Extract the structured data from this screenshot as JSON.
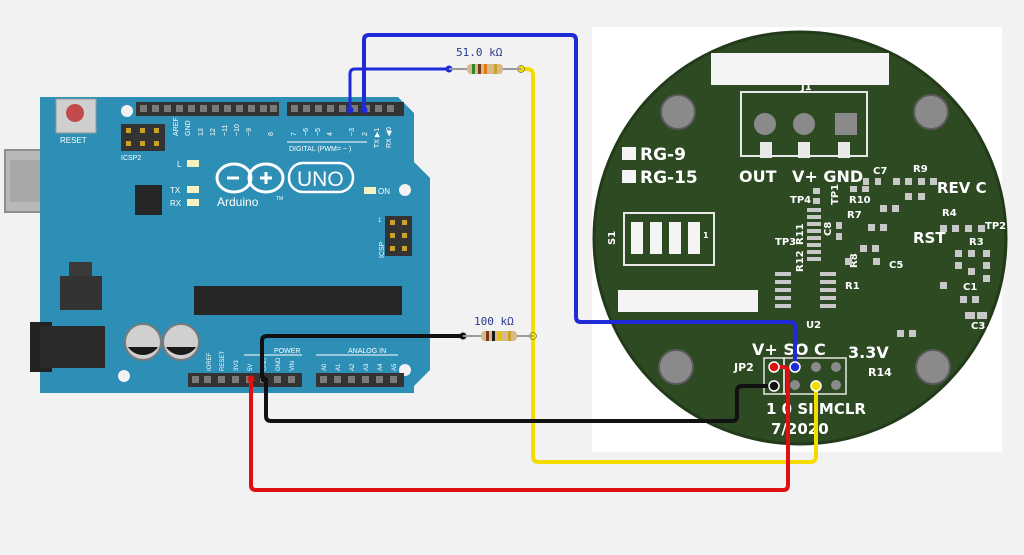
{
  "resistors": {
    "r_top_value": "51.0 kΩ",
    "r_mid_value": "100 kΩ"
  },
  "arduino": {
    "reset": "RESET",
    "icsp2": "ICSP2",
    "icsp": "ICSP",
    "aref": "AREF",
    "gnd": "GND",
    "d13": "13",
    "d12": "12",
    "d11": "~11",
    "d10": "~10",
    "d9": "~9",
    "d8": "8",
    "d7": "7",
    "d6": "~6",
    "d5": "~5",
    "d4": "4",
    "d3": "~3",
    "d2": "2",
    "tx1": "TX ▶1",
    "rx0": "RX ◀0",
    "digital": "DIGITAL (PWM= ~ )",
    "led_l": "L",
    "led_tx": "TX",
    "led_rx": "RX",
    "logo": "UNO",
    "brand": "Arduino",
    "tm": "TM",
    "on": "ON",
    "power": "POWER",
    "analog_in": "ANALOG IN",
    "p_ioref": "IOREF",
    "p_reset": "RESET",
    "p_3v3": "3V3",
    "p_5v": "5V",
    "p_gnd1": "GND",
    "p_gnd2": "GND",
    "p_vin": "VIN",
    "a0": "A0",
    "a1": "A1",
    "a2": "A2",
    "a3": "A3",
    "a4": "A4",
    "a5": "A5",
    "icsp_one": "1"
  },
  "pcb": {
    "j1": "J1",
    "rg9": "RG-9",
    "rg15": "RG-15",
    "out": "OUT",
    "vplus_gnd": "V+ GND",
    "c7": "C7",
    "r9": "R9",
    "rev": "REV C",
    "tp4": "TP4",
    "tp1": "TP1",
    "r10": "R10",
    "r4": "R4",
    "tp2": "TP2",
    "r7": "R7",
    "s1": "S1",
    "tp3": "TP3",
    "r11": "R11",
    "r12": "R12",
    "c8": "C8",
    "rst": "RST",
    "r3": "R3",
    "r8": "R8",
    "c5": "C5",
    "r1": "R1",
    "c1": "C1",
    "c3": "C3",
    "u2": "U2",
    "header_top": "V+ SO C",
    "v33": "3.3V",
    "jp2": "JP2",
    "r14": "R14",
    "header_bottom": "1 0 SI MCLR",
    "date": "7/2020",
    "dip_one": "1"
  },
  "colors": {
    "board_green": "#2e4a23",
    "arduino_teal": "#2d8fb5",
    "wire_blue": "#1e2bd6",
    "wire_yellow": "#f5dc00",
    "wire_red": "#e01010",
    "wire_black": "#111111"
  }
}
